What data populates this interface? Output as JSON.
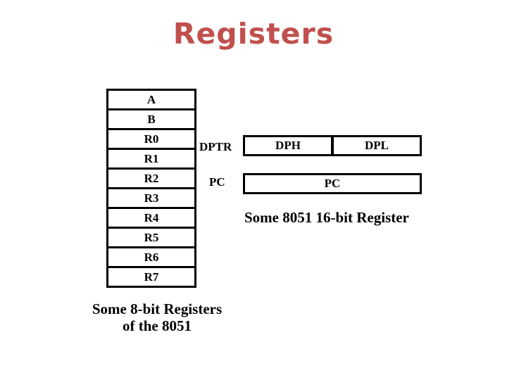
{
  "title": "Registers",
  "colors": {
    "title_accent": "#C0504D",
    "line": "#000000",
    "background": "#FFFFFF"
  },
  "register_stack": {
    "items": [
      "A",
      "B",
      "R0",
      "R1",
      "R2",
      "R3",
      "R4",
      "R5",
      "R6",
      "R7"
    ],
    "caption_line1": "Some 8-bit Registers",
    "caption_line2": "of the 8051"
  },
  "sixteen_bit": {
    "dptr_label": "DPTR",
    "dph": "DPH",
    "dpl": "DPL",
    "pc_label": "PC",
    "pc_box": "PC",
    "note": "Some 8051 16-bit Register"
  }
}
